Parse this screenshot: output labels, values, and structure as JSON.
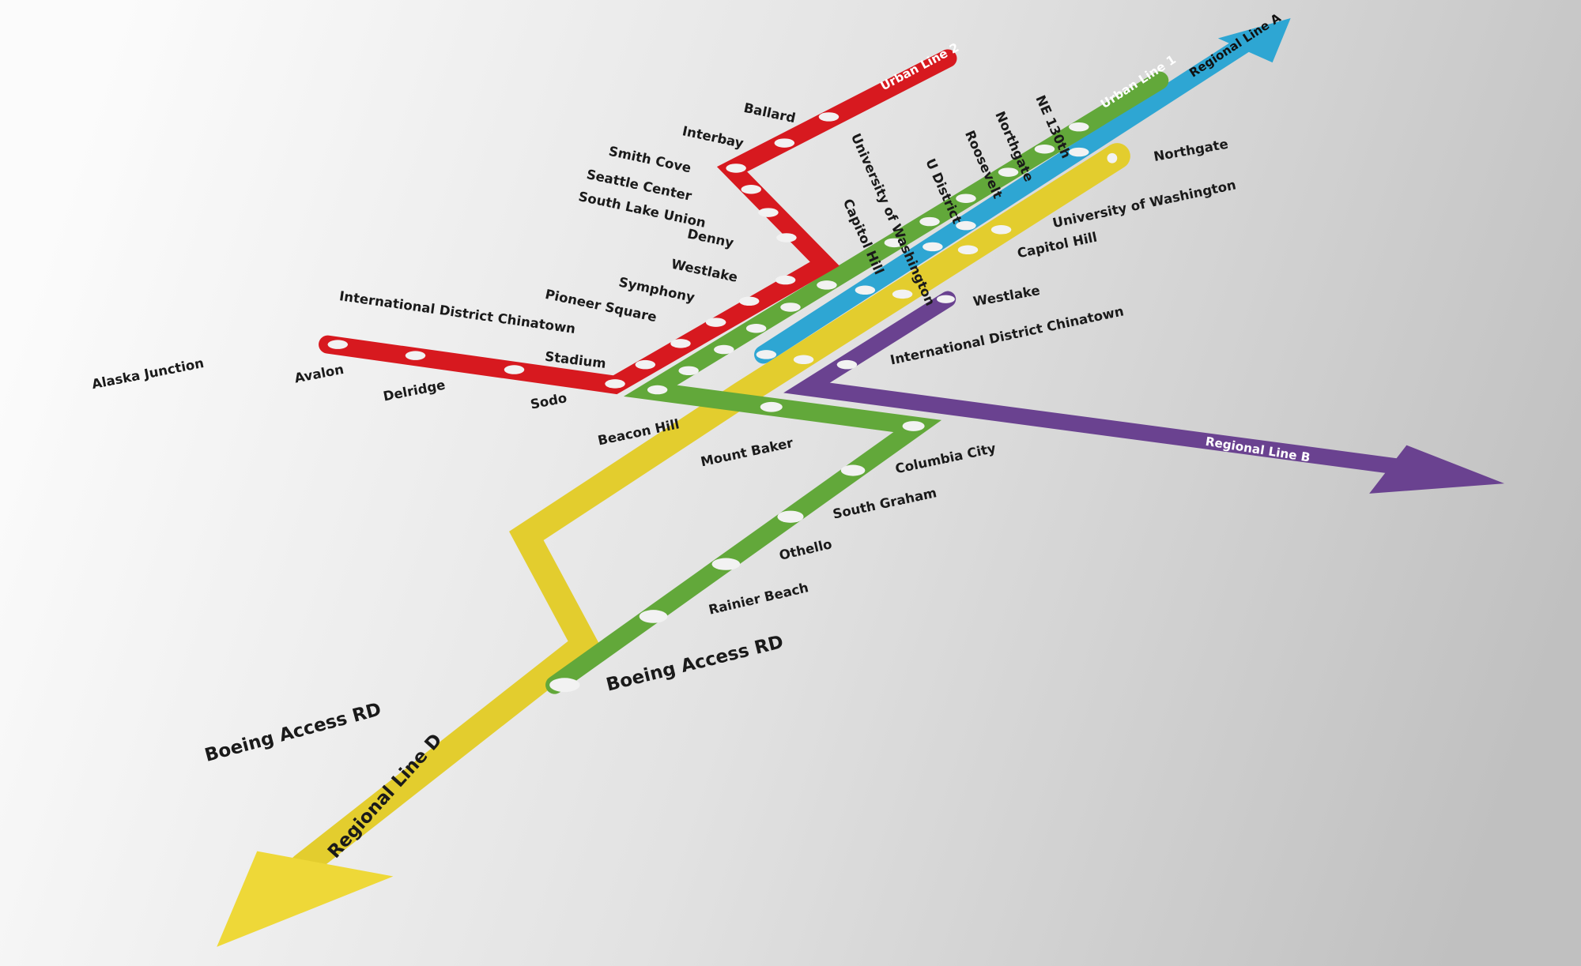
{
  "colors": {
    "urban_line_2": "#d7191f",
    "urban_line_1": "#62a83a",
    "regional_line_a": "#2ea6d3",
    "regional_line_b": "#6a4290",
    "regional_line_d": "#e3cd2e"
  },
  "urban_line_2": {
    "name": "Urban Line 2",
    "stations": [
      "Alaska Junction",
      "Avalon",
      "Delridge",
      "Sodo",
      "Stadium",
      "International District Chinatown",
      "Pioneer Square",
      "Symphony",
      "Westlake",
      "Denny",
      "South Lake Union",
      "Seattle Center",
      "Smith Cove",
      "Interbay",
      "Ballard"
    ]
  },
  "urban_line_1": {
    "name": "Urban Line 1",
    "stations_north": [
      "Capitol Hill",
      "University of Washington",
      "U District",
      "Roosevelt",
      "Northgate",
      "NE 130th"
    ],
    "stations_south": [
      "Beacon Hill",
      "Mount Baker",
      "Columbia City",
      "South Graham",
      "Othello",
      "Rainier Beach",
      "Boeing Access RD"
    ]
  },
  "regional_line_a": {
    "name": "Regional Line A"
  },
  "regional_line_b": {
    "name": "Regional Line B",
    "stations": [
      "Westlake",
      "International District Chinatown"
    ]
  },
  "regional_line_d": {
    "name": "Regional Line D",
    "stations": [
      "Northgate",
      "University of Washington",
      "Capitol Hill",
      "Boeing Access RD"
    ]
  }
}
